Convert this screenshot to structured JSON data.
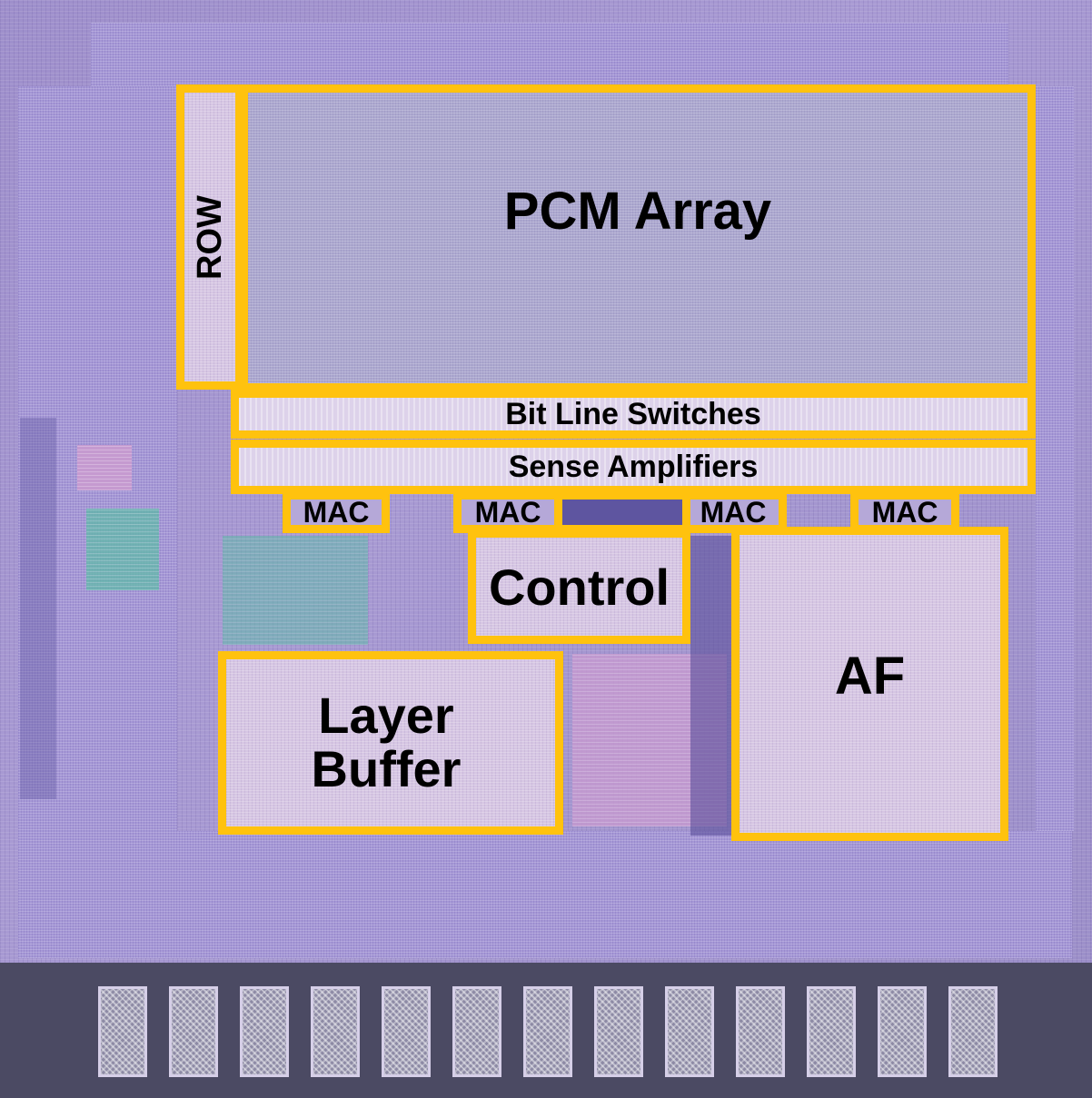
{
  "diagram": {
    "blocks": {
      "row": "ROW",
      "pcm_array": "PCM Array",
      "bit_line_switches": "Bit Line Switches",
      "sense_amplifiers": "Sense Amplifiers",
      "mac": [
        "MAC",
        "MAC",
        "MAC",
        "MAC"
      ],
      "control": "Control",
      "layer_buffer_line1": "Layer",
      "layer_buffer_line2": "Buffer",
      "af": "AF"
    },
    "colors": {
      "outline": "#ffc20e",
      "die": "#a597d6",
      "label": "#000000"
    }
  }
}
